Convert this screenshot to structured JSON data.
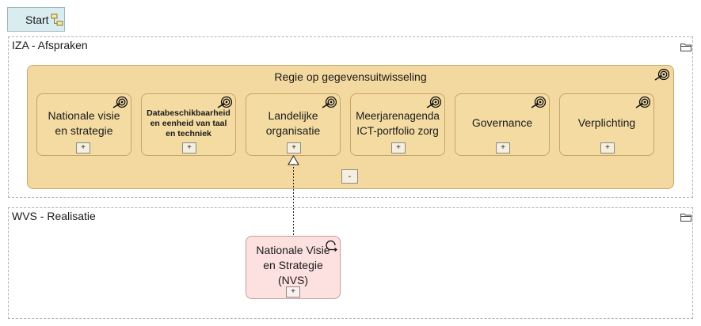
{
  "start": {
    "label": "Start",
    "icon": "flowchart-icon"
  },
  "groups": [
    {
      "label": "IZA - Afspraken",
      "icon": "folder-icon"
    },
    {
      "label": "WVS - Realisatie",
      "icon": "folder-icon"
    }
  ],
  "container": {
    "title": "Regie op gegevensuitwisseling",
    "icon": "goal-icon",
    "collapse_label": "-"
  },
  "goals": [
    {
      "text": "Nationale visie en strategie",
      "icon": "goal-icon",
      "expand_label": "+"
    },
    {
      "text": "Databeschikbaarheid en eenheid van taal en techniek",
      "icon": "goal-icon",
      "expand_label": "+"
    },
    {
      "text": "Landelijke organisatie",
      "icon": "goal-icon",
      "expand_label": "+"
    },
    {
      "text": "Meerjarenagenda ICT-portfolio zorg",
      "icon": "goal-icon",
      "expand_label": "+"
    },
    {
      "text": "Governance",
      "icon": "goal-icon",
      "expand_label": "+"
    },
    {
      "text": "Verplichting",
      "icon": "goal-icon",
      "expand_label": "+"
    }
  ],
  "deliverable": {
    "text": "Nationale Visie en Strategie (NVS)",
    "icon": "deliverable-icon",
    "expand_label": "+"
  },
  "colors": {
    "container_fill": "#f3d89f",
    "goal_fill": "#f4dba2",
    "deliverable_fill": "#fde0e0",
    "start_fill": "#d9ecef"
  }
}
